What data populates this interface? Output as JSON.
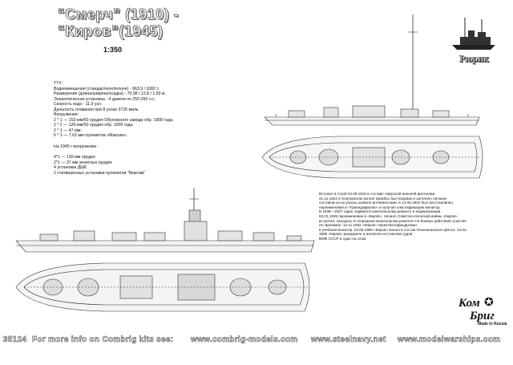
{
  "title": {
    "line1": "“Смерч” (1910) -",
    "line2": "“Киров”(1945)"
  },
  "scale": "1:350",
  "corner_label": "Рюрик",
  "specs": {
    "heading": "ТТХ :",
    "lines": [
      "Водоизмещения (стандартное/полное) - 963,9 / 1082 т.",
      "Размерения   (длина/ширина/осадка) - 70,98 / 12,8 / 1,59 м.",
      "Энергетическая установка - 4 дизеля по 250-260 л.с.",
      "Скорость хода   - 11,9 узл.",
      "Дальность плавания при 8 узлах 3726 миль",
      "Вооружение:",
      "2 * 1 — 152-мм/50 орудия Обуховского завода обр. 1908 года;",
      "2 * 2 — 120-мм/50 орудия обр. 1905 года.",
      "2 * 1 — 47-мм;",
      "6 * 1 — 7,62-мм пулемётов «Максим»."
    ],
    "year_heading": "На 1945 г вооружение :",
    "lines_1945": [
      "4*1  — 130-мм орудия",
      "2*1 — 37 мм зенитных орудия",
      "4  установки ДШК",
      "2 счетверенных установки пулеметов \"Максим\""
    ]
  },
  "history": {
    "lines": [
      "Вступил в строй 02.09.1910 в составе Амурской военной флотилии.",
      "21.12.1921 в Осиповском затоне корабль был взорван и затоплен личным",
      "составом из-за угрозы захвата интервентами. К 14.06.1932 был восстановлен,",
      "переименован в «Триандафилов» и получил классификацию монитор.",
      "В 1936—1937 годах подвергся капитальному ремонту и модернизации.",
      "02.01.1939 переименован в «Киров». Начало Советско-японской войны «Киров»",
      "встретил, находясь в очередном капитальном ремонте и в боевых действиях участия",
      "   не принимал. 12.11.1952 «Киров» переклассифицирован",
      "в учебный монитор. 23.08.1955 «Киров» вошел в состав Тихоокеанского флота. 13.03.",
      "1958 «Киров» разоружен и исключен из списков судов",
      "ВМФ СССР и сдан на слом."
    ]
  },
  "brand": {
    "top": "Ком",
    "bottom": "Бриг",
    "made_in": "Made in Russia"
  },
  "footer": {
    "code": "35124",
    "text": "For more info on Combrig kits see:",
    "url1": "www.combrig-models.com",
    "url2": "www.steelnavy.net",
    "url3": "www.modelwarships.com"
  }
}
